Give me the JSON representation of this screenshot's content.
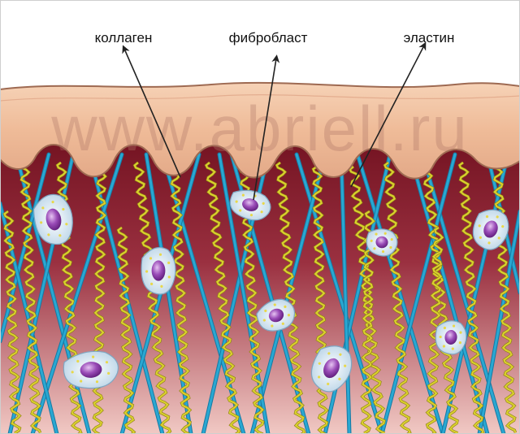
{
  "labels": {
    "collagen": "коллаген",
    "fibroblast": "фибробласт",
    "elastin": "эластин"
  },
  "watermark": "www.abriell.ru",
  "colors": {
    "epidermis": "#f2c2a2",
    "epidermis_edge": "#9e6a52",
    "dermis_top": "#7e1424",
    "dermis_bottom": "#f0c4bf",
    "collagen": "#29a8d2",
    "elastin": "#d9cf2e",
    "cell_body": "#cfe2ee",
    "nucleus": "#8a3aa8",
    "arrow": "#222222"
  },
  "icons": [
    "collagen-fiber",
    "elastin-fiber",
    "fibroblast-cell",
    "pointer-arrow"
  ]
}
